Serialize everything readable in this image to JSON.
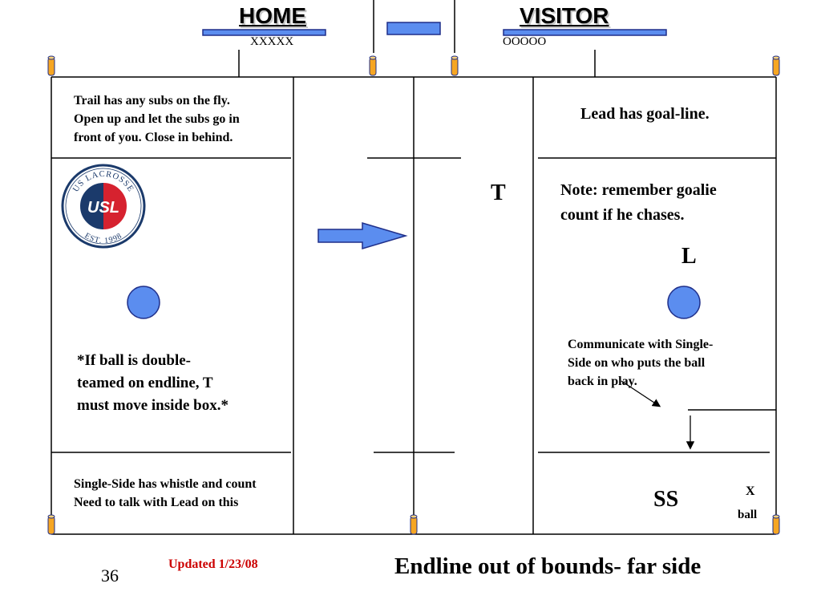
{
  "scoreboard": {
    "home_label": "HOME",
    "visitor_label": "VISITOR",
    "home_marks": "XXXXX",
    "visitor_marks": "OOOOO"
  },
  "notes": {
    "trail_subs": "Trail has any subs on the fly.\nOpen up and let the subs go in\nfront of you.  Close in behind.",
    "lead_goal_line": "Lead has goal-line.",
    "goalie_count": "Note: remember goalie\ncount if he chases.",
    "double_team": "*If ball is double-\nteamed on endline, T\nmust move inside box.*",
    "communicate": "Communicate with Single-\nSide on who puts the ball\nback in play.",
    "single_side": "Single-Side has whistle and count\nNeed to talk with Lead on this"
  },
  "markers": {
    "trail": "T",
    "lead": "L",
    "single_side": "SS",
    "ball_x": "X",
    "ball": "ball"
  },
  "logo": {
    "top_text": "US LACROSSE",
    "center_text": "USL",
    "bottom_text": "EST. 1998"
  },
  "footer": {
    "slide_number": "36",
    "updated": "Updated 1/23/08",
    "title": "Endline out of bounds- far side"
  },
  "colors": {
    "fill_blue": "#5b8def",
    "stroke_navy": "#1f2f8a",
    "post_orange": "#f6a623",
    "updated_red": "#cc0000",
    "logo_navy": "#1b3a6b",
    "logo_red": "#d6222f"
  }
}
